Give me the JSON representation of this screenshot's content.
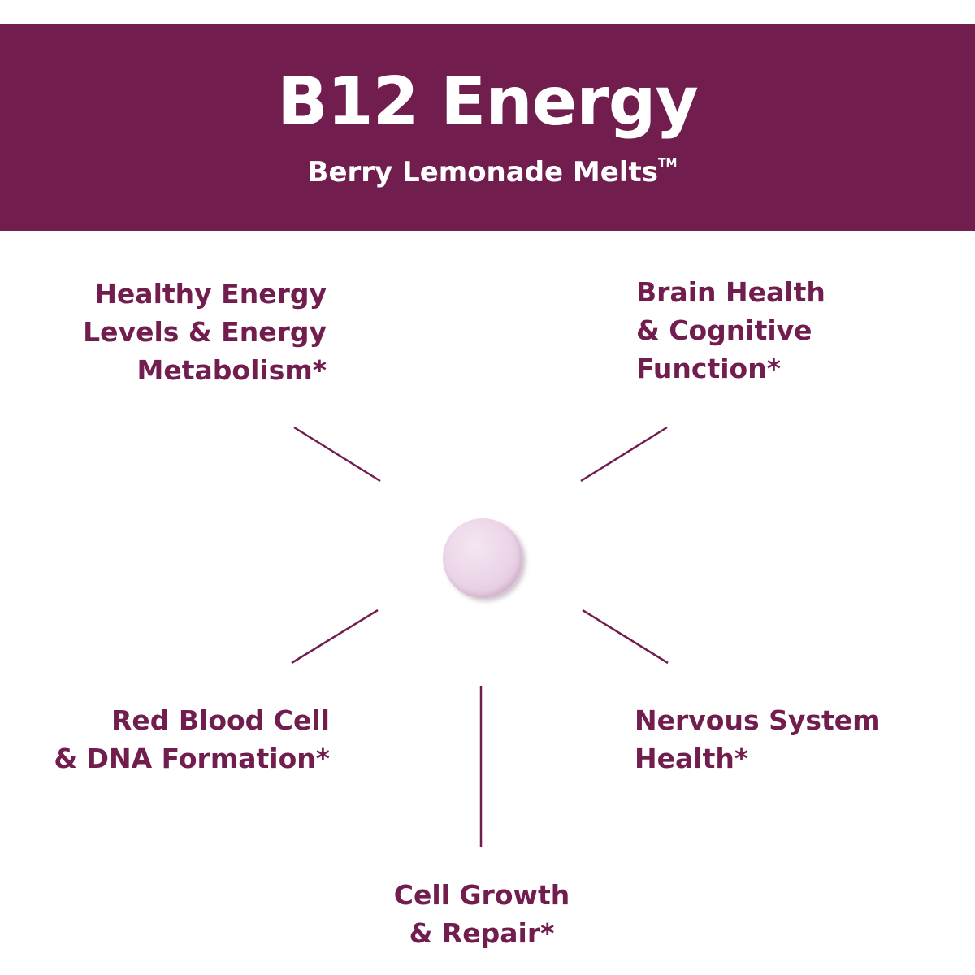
{
  "header": {
    "title": "B12 Energy",
    "subtitle": "Berry Lemonade Melts",
    "trademark": "TM"
  },
  "benefits": {
    "energy": "Healthy Energy\nLevels & Energy\nMetabolism*",
    "brain": "Brain Health\n& Cognitive\nFunction*",
    "blood": "Red Blood Cell\n& DNA Formation*",
    "nervous": "Nervous System\nHealth*",
    "cell": "Cell Growth\n& Repair*"
  },
  "colors": {
    "brand": "#711d4e",
    "background": "#ffffff",
    "tablet": "#ead3e6"
  }
}
